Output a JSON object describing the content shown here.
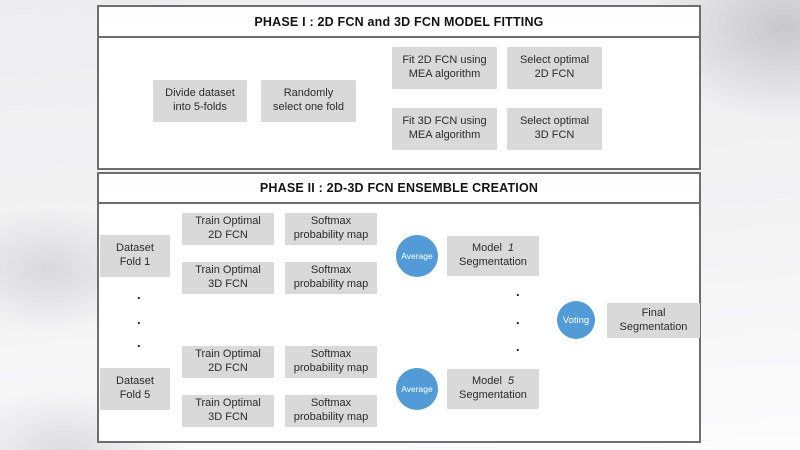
{
  "phase1": {
    "title": "PHASE I : 2D FCN and 3D FCN MODEL FITTING",
    "divide": "Divide dataset\ninto 5-folds",
    "random": "Randomly\nselect one fold",
    "fit2d": "Fit 2D FCN using\nMEA algorithm",
    "select2d": "Select optimal\n2D FCN",
    "fit3d": "Fit 3D FCN using\nMEA algorithm",
    "select3d": "Select optimal\n3D FCN"
  },
  "phase2": {
    "title": "PHASE II : 2D-3D FCN ENSEMBLE CREATION",
    "group1": {
      "dataset": "Dataset\nFold 1",
      "train2d": "Train Optimal\n2D FCN",
      "softmax2d": "Softmax\nprobability map",
      "train3d": "Train Optimal\n3D FCN",
      "softmax3d": "Softmax\nprobability map",
      "average": "Average",
      "model_word": "Model",
      "model_num": "1",
      "model_line2": "Segmentation"
    },
    "group5": {
      "dataset": "Dataset\nFold 5",
      "train2d": "Train Optimal\n2D FCN",
      "softmax2d": "Softmax\nprobability map",
      "train3d": "Train Optimal\n3D FCN",
      "softmax3d": "Softmax\nprobability map",
      "average": "Average",
      "model_word": "Model",
      "model_num": "5",
      "model_line2": "Segmentation"
    },
    "voting": "Voting",
    "final": "Final\nSegmentation"
  },
  "misc": {
    "dot": "."
  },
  "colors": {
    "box_gray": "#d9d9d9",
    "connector_blue": "#7fa9dc",
    "dashed_blue": "#93b6dc",
    "circle_blue": "#539bd6",
    "border_gray": "#6e6e6e"
  }
}
